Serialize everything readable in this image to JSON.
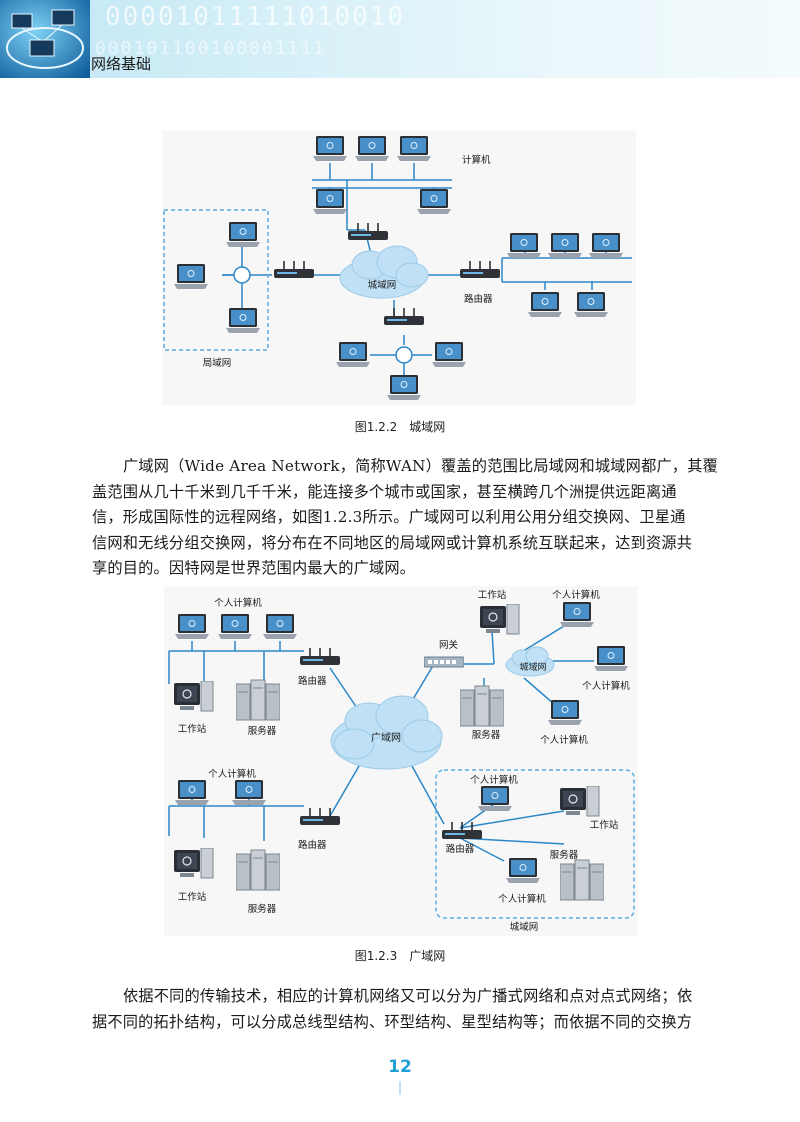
{
  "header": {
    "title": "网络基础",
    "binary_top": "00001011111010010",
    "binary_bottom": "000101100100001111"
  },
  "figure_1": {
    "labels": {
      "computers": "计算机",
      "metro_cloud": "城域网",
      "router": "路由器",
      "lan": "局域网"
    },
    "caption": "图1.2.2　城域网"
  },
  "paragraph_1": {
    "lines": [
      "广域网（Wide Area Network，简称WAN）覆盖的范围比局域网和城域网都广，其覆",
      "盖范围从几十千米到几千千米，能连接多个城市或国家，甚至横跨几个洲提供远距离通",
      "信，形成国际性的远程网络，如图1.2.3所示。广域网可以利用公用分组交换网、卫星通",
      "信网和无线分组交换网，将分布在不同地区的局域网或计算机系统互联起来，达到资源共",
      "享的目的。因特网是世界范围内最大的广域网。"
    ]
  },
  "figure_2": {
    "labels": {
      "pc_top_left": "个人计算机",
      "router_top_left": "路由器",
      "workstation_top_left": "工作站",
      "server_top_left": "服务器",
      "wan_cloud": "广域网",
      "gateway": "网关",
      "workstation_top_right": "工作站",
      "pc_top_right_a": "个人计算机",
      "metro_top_right": "城域网",
      "pc_top_right_b": "个人计算机",
      "server_top_right": "服务器",
      "pc_top_right_c": "个人计算机",
      "pc_bottom_left": "个人计算机",
      "router_bottom_left": "路由器",
      "workstation_bottom_left": "工作站",
      "server_bottom_left": "服务器",
      "pc_bottom_right_a": "个人计算机",
      "workstation_bottom_right": "工作站",
      "router_bottom_right": "路由器",
      "server_bottom_right": "服务器",
      "pc_bottom_right_b": "个人计算机",
      "metro_bottom_right": "城域网"
    },
    "caption": "图1.2.3　广域网"
  },
  "paragraph_2": {
    "lines": [
      "依据不同的传输技术，相应的计算机网络又可以分为广播式网络和点对点式网络；依",
      "据不同的拓扑结构，可以分成总线型结构、环型结构、星型结构等；而依据不同的交换方"
    ]
  },
  "page_number": "12",
  "colors": {
    "accent": "#1f9fd6",
    "line": "#2b87c8",
    "dashed": "#5aaee0"
  }
}
